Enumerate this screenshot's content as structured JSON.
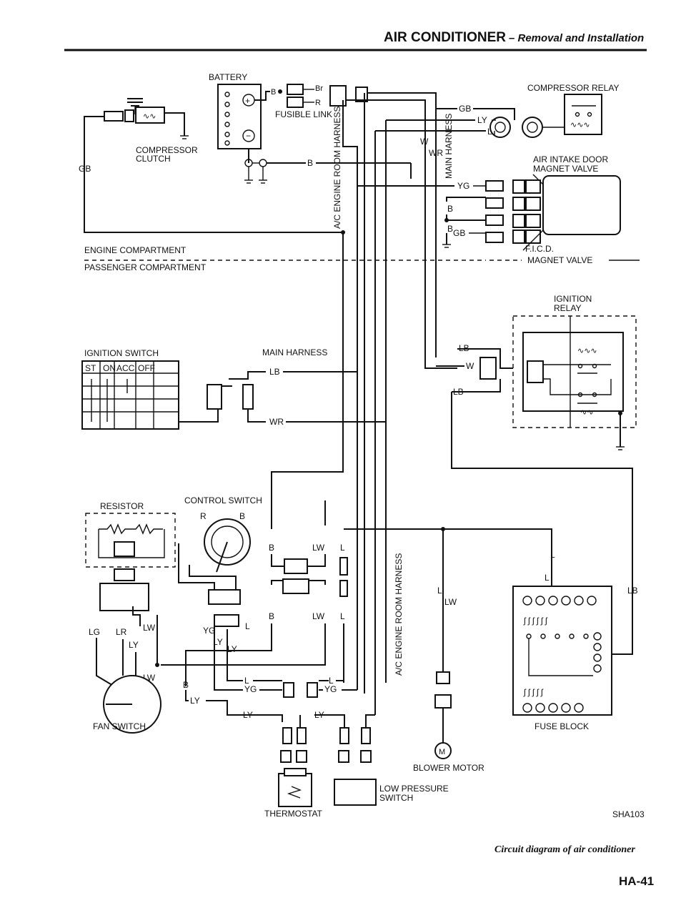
{
  "header": {
    "title": "AIR CONDITIONER",
    "subtitle": "– Removal and Installation"
  },
  "components": {
    "battery": "BATTERY",
    "fusible_link": "FUSIBLE LINK",
    "compressor_clutch_1": "COMPRESSOR",
    "compressor_clutch_2": "CLUTCH",
    "compressor_relay": "COMPRESSOR RELAY",
    "air_intake_1": "AIR INTAKE DOOR",
    "air_intake_2": "MAGNET VALVE",
    "ficd_1": "F.I.C.D.",
    "ficd_2": "MAGNET VALVE",
    "ac_engine_room_harness": "A/C ENGINE ROOM HARNESS",
    "main_harness_v": "MAIN HARNESS",
    "engine_compartment": "ENGINE COMPARTMENT",
    "passenger_compartment": "PASSENGER COMPARTMENT",
    "ignition_relay_1": "IGNITION",
    "ignition_relay_2": "RELAY",
    "ignition_switch": "IGNITION SWITCH",
    "ignition_positions": [
      "ST",
      "ON",
      "ACC",
      "OFF"
    ],
    "main_harness": "MAIN HARNESS",
    "resistor": "RESISTOR",
    "control_switch": "CONTROL SWITCH",
    "fan_switch": "FAN SWITCH",
    "thermostat": "THERMOSTAT",
    "low_pressure_1": "LOW PRESSURE",
    "low_pressure_2": "SWITCH",
    "blower_motor": "BLOWER MOTOR",
    "fuse_block": "FUSE BLOCK",
    "ac_engine_room_harness_2": "A/C ENGINE ROOM HARNESS"
  },
  "wire_labels": {
    "gb": "GB",
    "b": "B",
    "br": "Br",
    "r": "R",
    "ly": "LY",
    "l": "L",
    "w": "W",
    "wr": "WR",
    "yg": "YG",
    "lb": "LB",
    "lw": "LW",
    "lg": "LG",
    "lr": "LR",
    "cs_r": "R",
    "cs_b": "B",
    "m": "M"
  },
  "footer": {
    "code": "SHA103",
    "caption": "Circuit diagram of air conditioner",
    "page": "HA-41"
  }
}
